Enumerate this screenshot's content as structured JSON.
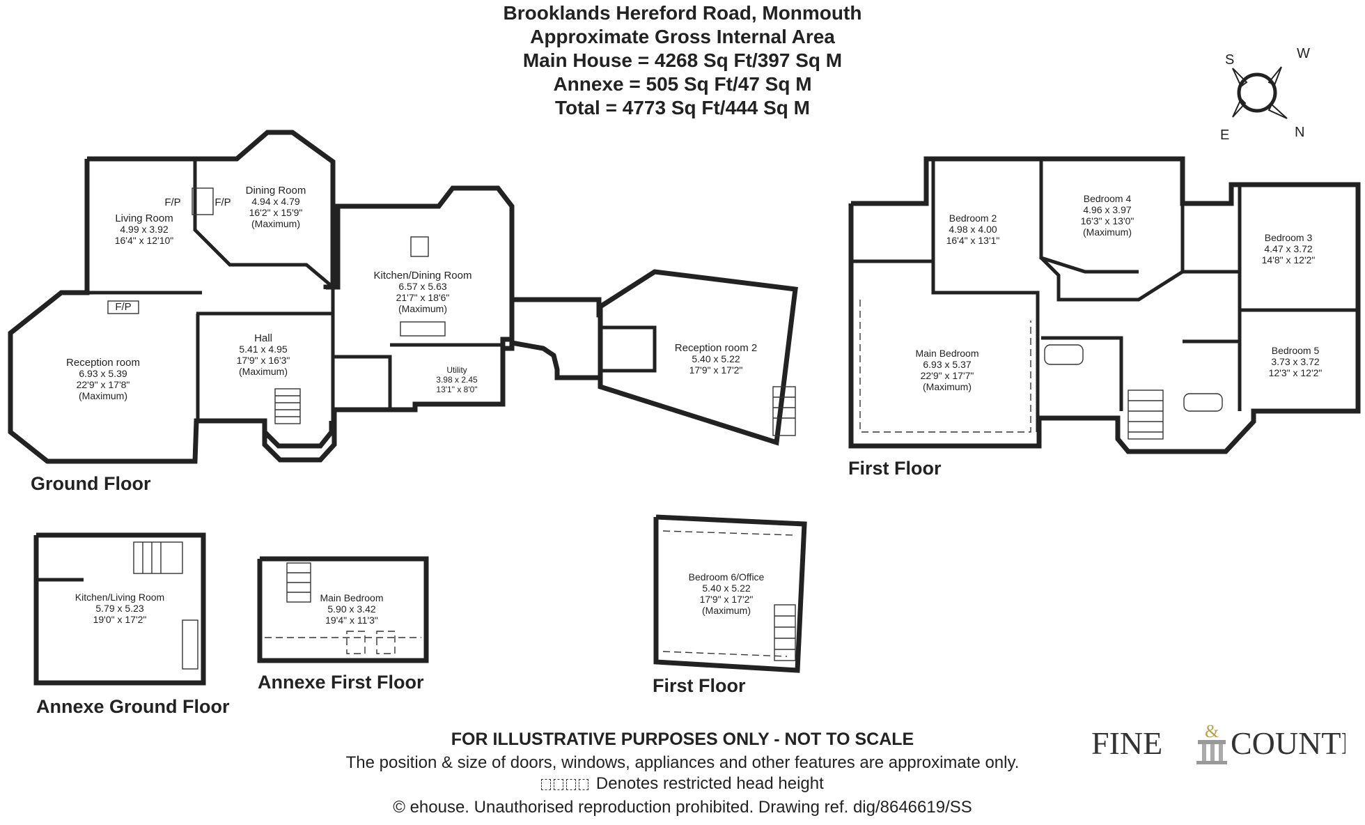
{
  "header": {
    "title": "Brooklands Hereford Road, Monmouth",
    "subtitle": "Approximate Gross Internal Area",
    "main_house": "Main House = 4268 Sq Ft/397 Sq M",
    "annexe": "Annexe = 505 Sq Ft/47 Sq M",
    "total": "Total = 4773 Sq Ft/444 Sq M"
  },
  "compass": {
    "s": "S",
    "w": "W",
    "e": "E",
    "n": "N",
    "icon": "compass-rose-icon"
  },
  "floors": {
    "ground": "Ground Floor",
    "first": "First Floor",
    "annexe_ground": "Annexe Ground Floor",
    "annexe_first": "Annexe First Floor",
    "first_annex_side": "First Floor"
  },
  "rooms": {
    "living": {
      "name": "Living Room",
      "m": "4.99 x 3.92",
      "ft": "16'4\" x 12'10\""
    },
    "dining": {
      "name": "Dining Room",
      "m": "4.94 x 4.79",
      "ft": "16'2\" x 15'9\"",
      "note": "(Maximum)"
    },
    "kitchen": {
      "name": "Kitchen/Dining Room",
      "m": "6.57 x 5.63",
      "ft": "21'7\" x 18'6\"",
      "note": "(Maximum)"
    },
    "reception": {
      "name": "Reception room",
      "m": "6.93 x 5.39",
      "ft": "22'9\" x 17'8\"",
      "note": "(Maximum)"
    },
    "hall": {
      "name": "Hall",
      "m": "5.41 x 4.95",
      "ft": "17'9\" x 16'3\"",
      "note": "(Maximum)"
    },
    "utility": {
      "name": "Utility",
      "m": "3.98 x 2.45",
      "ft": "13'1\" x 8'0\""
    },
    "reception2": {
      "name": "Reception room 2",
      "m": "5.40 x 5.22",
      "ft": "17'9\" x 17'2\""
    },
    "bedroom2": {
      "name": "Bedroom 2",
      "m": "4.98 x 4.00",
      "ft": "16'4\" x 13'1\""
    },
    "bedroom4": {
      "name": "Bedroom 4",
      "m": "4.96 x 3.97",
      "ft": "16'3\" x 13'0\"",
      "note": "(Maximum)"
    },
    "bedroom3": {
      "name": "Bedroom 3",
      "m": "4.47 x 3.72",
      "ft": "14'8\" x 12'2\""
    },
    "main_bedroom": {
      "name": "Main Bedroom",
      "m": "6.93 x 5.37",
      "ft": "22'9\" x 17'7\"",
      "note": "(Maximum)"
    },
    "bedroom5": {
      "name": "Bedroom 5",
      "m": "3.73 x 3.72",
      "ft": "12'3\" x 12'2\""
    },
    "annexe_kitchen": {
      "name": "Kitchen/Living Room",
      "m": "5.79 x 5.23",
      "ft": "19'0\" x 17'2\""
    },
    "annexe_bedroom": {
      "name": "Main Bedroom",
      "m": "5.90 x 3.42",
      "ft": "19'4\" x 11'3\""
    },
    "bedroom6": {
      "name": "Bedroom 6/Office",
      "m": "5.40 x 5.22",
      "ft": "17'9\" x 17'2\"",
      "note": "(Maximum)"
    }
  },
  "labels": {
    "fp": "F/P"
  },
  "footer": {
    "disclaimer": "FOR ILLUSTRATIVE PURPOSES ONLY - NOT TO SCALE",
    "position_note": "The position & size of doors, windows, appliances and other features are approximate only.",
    "legend": "Denotes restricted head height",
    "copyright": "© ehouse. Unauthorised reproduction prohibited. Drawing ref. dig/8646619/SS"
  },
  "logo": {
    "fine": "FINE",
    "amp": "&",
    "country": "COUNTRY"
  }
}
